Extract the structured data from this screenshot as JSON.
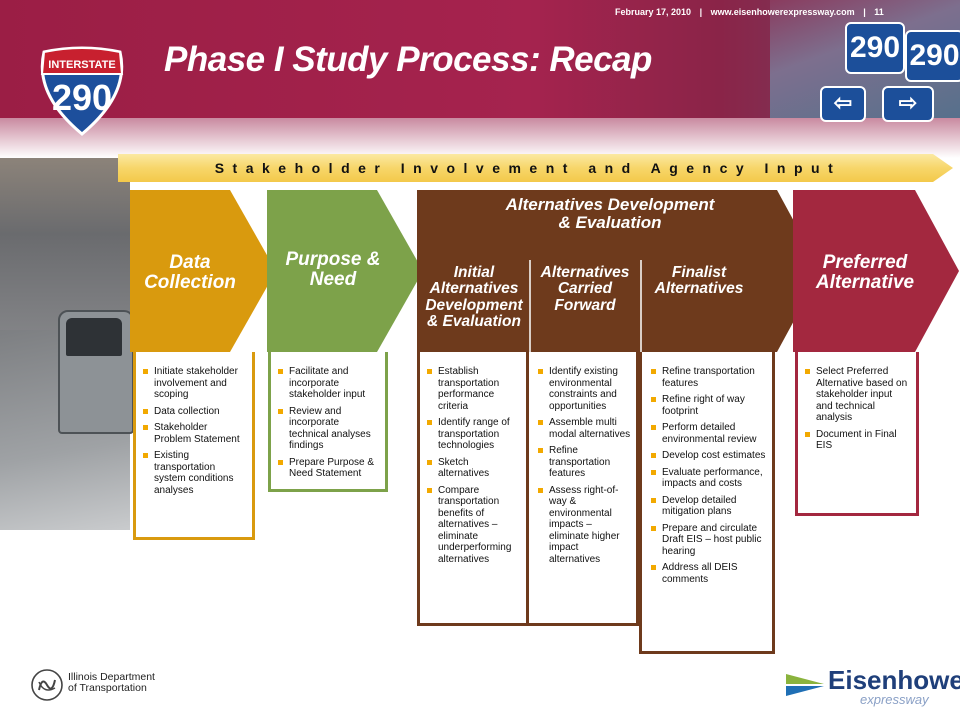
{
  "header": {
    "date": "February 17, 2010",
    "separator": "|",
    "url": "www.eisenhowerexpressway.com",
    "page_number": "11",
    "title": "Phase I Study Process: Recap"
  },
  "photo": {
    "shield_label": "INTERSTATE",
    "shield_number": "290",
    "signs": [
      "290",
      "290",
      "⇦",
      "⇨"
    ]
  },
  "banner": {
    "text": "Stakeholder Involvement and Agency Input"
  },
  "stages": {
    "data_collection": {
      "title": "Data Collection",
      "items": [
        "Initiate stakeholder involvement and scoping",
        "Data collection",
        "Stakeholder Problem Statement",
        "Existing transportation system conditions analyses"
      ]
    },
    "purpose_need": {
      "title": "Purpose & Need",
      "items": [
        "Facilitate and incorporate stakeholder input",
        "Review and incorporate technical analyses findings",
        "Prepare Purpose & Need Statement"
      ]
    },
    "alternatives": {
      "title_line1": "Alternatives Development",
      "title_line2": "& Evaluation",
      "initial": {
        "title": "Initial Alternatives Development & Evaluation",
        "items": [
          "Establish transportation performance criteria",
          "Identify range of transportation technologies",
          "Sketch alternatives",
          "Compare transportation benefits of alternatives – eliminate underperforming alternatives"
        ]
      },
      "carried": {
        "title": "Alternatives Carried Forward",
        "items": [
          "Identify existing environmental constraints and opportunities",
          "Assemble multi modal alternatives",
          "Refine transportation features",
          "Assess right-of-way & environmental impacts – eliminate higher impact alternatives"
        ]
      },
      "finalist": {
        "title": "Finalist Alternatives",
        "items": [
          "Refine transportation features",
          "Refine right of way footprint",
          "Perform detailed environmental review",
          "Develop cost estimates",
          "Evaluate performance, impacts and costs",
          "Develop detailed mitigation plans",
          "Prepare and circulate Draft EIS – host public hearing",
          "Address all DEIS comments"
        ]
      }
    },
    "preferred": {
      "title": "Preferred Alternative",
      "items": [
        "Select Preferred Alternative based on stakeholder input and technical analysis",
        "Document in Final EIS"
      ]
    }
  },
  "footer": {
    "idot_line1": "Illinois Department",
    "idot_line2": "of Transportation",
    "eis_name": "Eisenhower",
    "eis_sub": "expressway"
  },
  "colors": {
    "header": "#9b1e45",
    "data_collection": "#d99a0e",
    "purpose_need": "#7da24a",
    "alternatives": "#6e3a1c",
    "preferred": "#a3283f",
    "banner": "#f9dd74",
    "bullet": "#f2a900"
  }
}
